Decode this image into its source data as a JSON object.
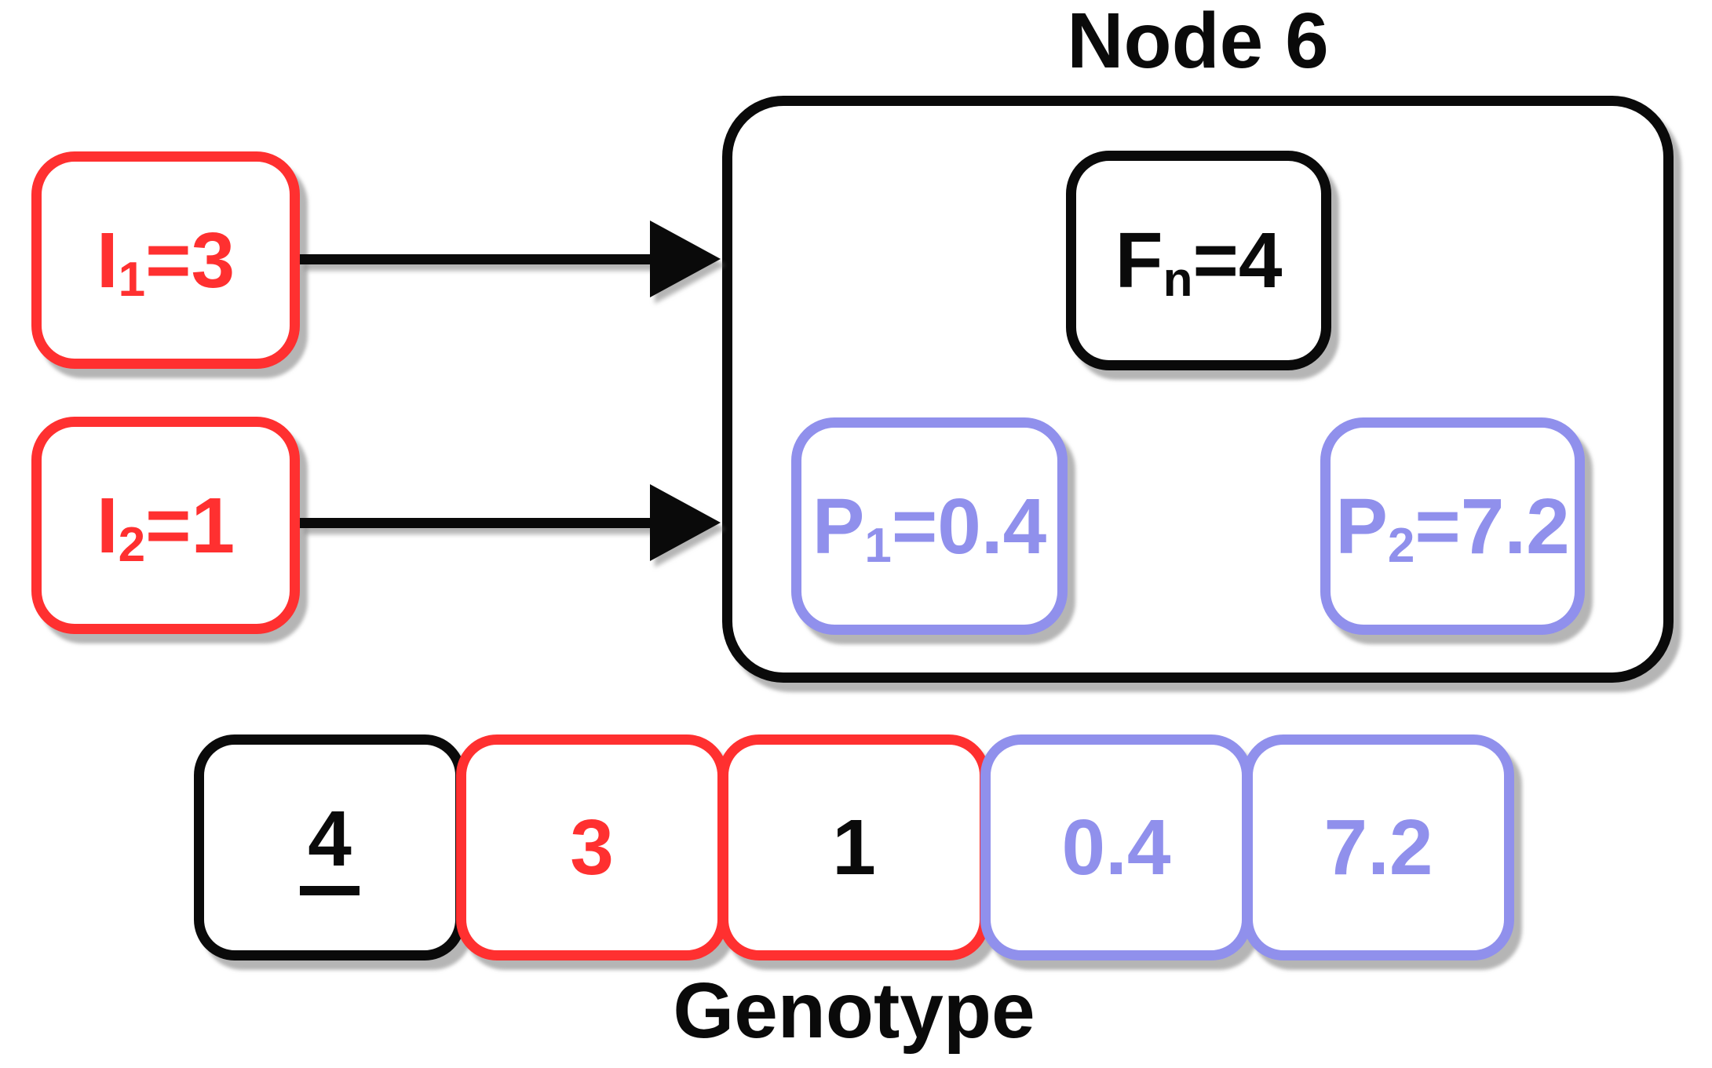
{
  "title": "Node 6",
  "node": {
    "function": {
      "base": "F",
      "sub": "n",
      "eq": "=4"
    },
    "params": [
      {
        "base": "P",
        "sub": "1",
        "eq": "=0.4"
      },
      {
        "base": "P",
        "sub": "2",
        "eq": "=7.2"
      }
    ]
  },
  "inputs": [
    {
      "base": "I",
      "sub": "1",
      "eq": "=3"
    },
    {
      "base": "I",
      "sub": "2",
      "eq": "=1"
    }
  ],
  "genotype": {
    "label": "Genotype",
    "cells": [
      {
        "value": "4",
        "text_color": "#0A0A0A",
        "border_color": "#0A0A0A",
        "underlined": true
      },
      {
        "value": "3",
        "text_color": "#FF3030",
        "border_color": "#FF3030",
        "underlined": false
      },
      {
        "value": "1",
        "text_color": "#0A0A0A",
        "border_color": "#FF3030",
        "underlined": false
      },
      {
        "value": "0.4",
        "text_color": "#9090EC",
        "border_color": "#9090EC",
        "underlined": false
      },
      {
        "value": "7.2",
        "text_color": "#9090EC",
        "border_color": "#9090EC",
        "underlined": false
      }
    ]
  },
  "colors": {
    "input_red": "#FF3030",
    "param_purple": "#9090EC",
    "node_black": "#0A0A0A",
    "shadow_gray": "#787878"
  }
}
